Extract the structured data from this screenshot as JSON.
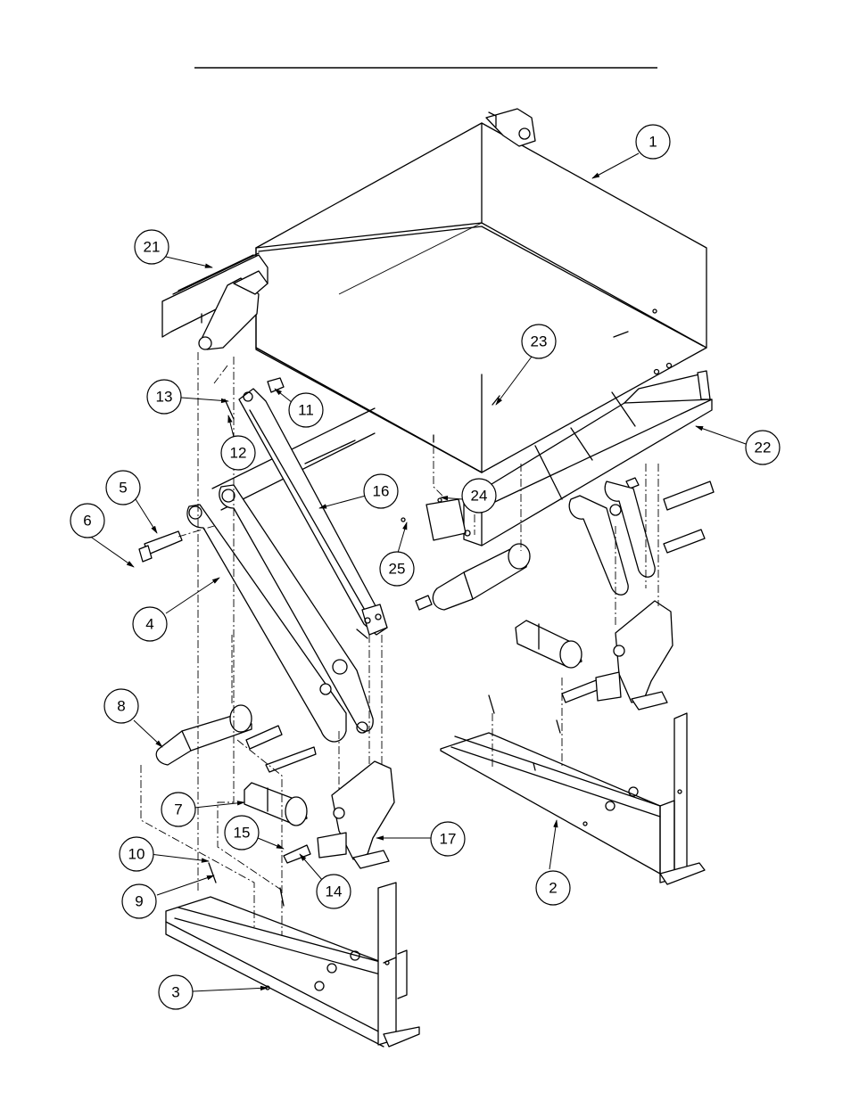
{
  "callouts": [
    {
      "label": "1"
    },
    {
      "label": "2"
    },
    {
      "label": "3"
    },
    {
      "label": "4"
    },
    {
      "label": "5"
    },
    {
      "label": "6"
    },
    {
      "label": "7"
    },
    {
      "label": "8"
    },
    {
      "label": "9"
    },
    {
      "label": "10"
    },
    {
      "label": "11"
    },
    {
      "label": "12"
    },
    {
      "label": "13"
    },
    {
      "label": "14"
    },
    {
      "label": "15"
    },
    {
      "label": "16"
    },
    {
      "label": "17"
    },
    {
      "label": "21"
    },
    {
      "label": "22"
    },
    {
      "label": "23"
    },
    {
      "label": "24"
    },
    {
      "label": "25"
    }
  ]
}
